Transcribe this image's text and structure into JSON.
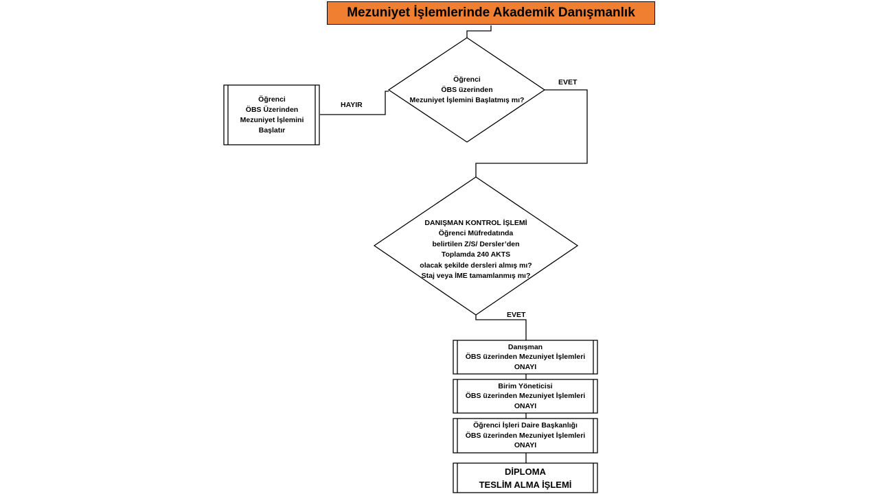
{
  "title": "Mezuniyet İşlemlerinde Akademik Danışmanlık",
  "colors": {
    "title_fill": "#f07f32",
    "stroke": "#000000",
    "background": "#ffffff"
  },
  "decision1": {
    "lines": [
      "Öğrenci",
      "ÖBS üzerinden",
      "Mezuniyet İşlemini Başlatmış mı?"
    ]
  },
  "process_start": {
    "lines": [
      "Öğrenci",
      "ÖBS Üzerinden",
      "Mezuniyet İşlemini",
      "Başlatır"
    ]
  },
  "labels": {
    "no": "HAYIR",
    "yes1": "EVET",
    "yes2": "EVET"
  },
  "decision2": {
    "lines": [
      "DANIŞMAN KONTROL İŞLEMİ",
      "Öğrenci Müfredatında",
      "belirtilen Z/S/ Dersler’den",
      "Toplamda 240 AKTS",
      "olacak şekilde dersleri almış mı?",
      "Staj veya İME tamamlanmış mı?"
    ]
  },
  "approvals": [
    {
      "lines": [
        "Danışman",
        "ÖBS üzerinden Mezuniyet İşlemleri",
        "ONAYI"
      ]
    },
    {
      "lines": [
        "Birim Yöneticisi",
        "ÖBS üzerinden Mezuniyet İşlemleri",
        "ONAYI"
      ]
    },
    {
      "lines": [
        "Öğrenci İşleri Daire Başkanlığı",
        "ÖBS üzerinden Mezuniyet İşlemleri",
        "ONAYI"
      ]
    }
  ],
  "final": {
    "lines": [
      "DİPLOMA",
      "TESLİM ALMA İŞLEMİ"
    ]
  }
}
